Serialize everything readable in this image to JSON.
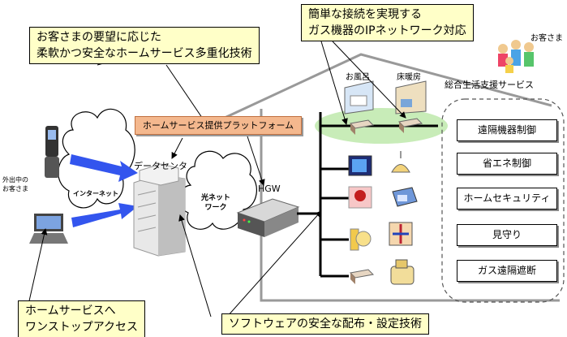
{
  "callouts": {
    "tech_multiplex": [
      "お客さまの要望に応じた",
      "柔軟かつ安全なホームサービス多重化技術"
    ],
    "gas_ip": [
      "簡単な接続を実現する",
      "ガス機器のIPネットワーク対応"
    ],
    "one_stop": [
      "ホームサービスへ",
      "ワンストップアクセス"
    ],
    "software": "ソフトウェアの安全な配布・設定技術"
  },
  "platform_label": "ホームサービス提供プラットフォーム",
  "labels": {
    "customer_top": "お客さま",
    "outside_customer": [
      "外出中の",
      "お客さま"
    ],
    "internet": "インターネット",
    "datacenter": "データセンタ",
    "optical_network": [
      "光ネット",
      "ワーク"
    ],
    "hgw": "HGW",
    "bath": "お風呂",
    "floor_heating": "床暖房",
    "life_support": "総合生活支援サービス"
  },
  "services": [
    "遠隔機器制御",
    "省エネ制御",
    "ホームセキュリティ",
    "見守り",
    "ガス遠隔遮断"
  ],
  "colors": {
    "callout_fill": "#ffffc8",
    "platform_fill": "#f4b88e",
    "arrow_blue": "#3355ee",
    "cloud_stroke": "#000000",
    "appliance_zone": "#c8ecb8"
  },
  "icons": [
    "mobile-phone-icon",
    "laptop-icon",
    "datacenter-building-icon",
    "hgw-router-icon",
    "bathroom-icon",
    "floor-heating-room-icon",
    "family-icon",
    "tv-icon",
    "lamp-icon",
    "camera-icon",
    "fan-heater-icon",
    "intercom-icon",
    "water-heater-icon",
    "device-box-icon",
    "robot-icon"
  ]
}
